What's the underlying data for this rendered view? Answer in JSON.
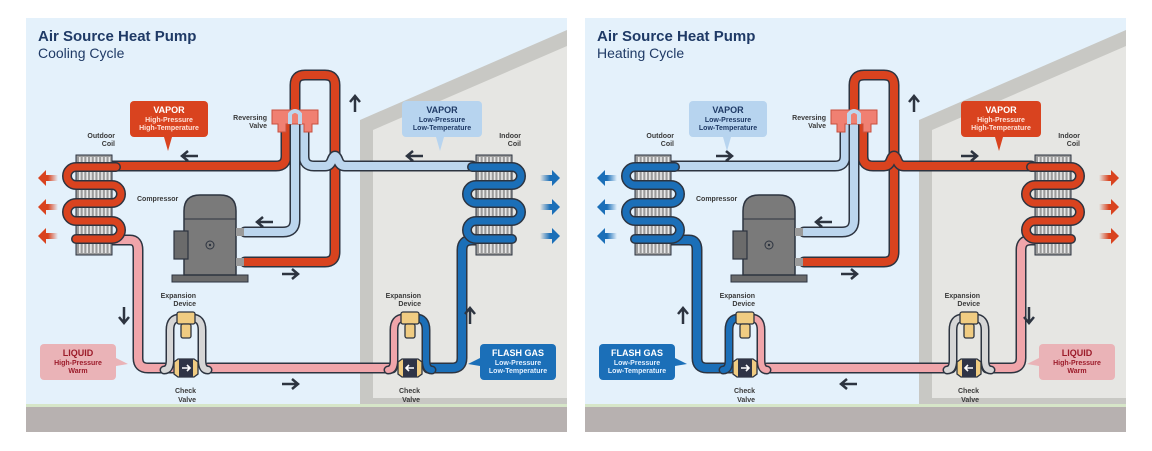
{
  "colors": {
    "sky": "#e4f1fb",
    "house_wall": "#e6e6e3",
    "house_frame": "#c8c8c4",
    "ground": "#b7b1b0",
    "grass": "#d6e6c8",
    "hot_vapor": "#d9431f",
    "cold_vapor": "#bcd6ee",
    "flash_gas": "#1b6fb8",
    "liquid": "#f0a5aa",
    "outline": "#2d3440",
    "title": "#1f3a66",
    "expansion": "#f0cc82",
    "compressor": "#7a7a7a"
  },
  "panels": [
    {
      "id": "cooling",
      "title": "Air Source Heat Pump",
      "subtitle": "Cooling Cycle",
      "labels": {
        "outdoor_coil": [
          "Outdoor",
          "Coil"
        ],
        "indoor_coil": [
          "Indoor",
          "Coil"
        ],
        "reversing_valve": [
          "Reversing",
          "Valve"
        ],
        "compressor": "Compressor",
        "expansion_left": [
          "Expansion",
          "Device"
        ],
        "expansion_right": [
          "Expansion",
          "Device"
        ],
        "check_left": [
          "Check",
          "Valve"
        ],
        "check_right": [
          "Check",
          "Valve"
        ]
      },
      "callouts": {
        "upper_left": {
          "title": "VAPOR",
          "lines": [
            "High-Pressure",
            "High-Temperature"
          ],
          "style": "hot"
        },
        "upper_right": {
          "title": "VAPOR",
          "lines": [
            "Low-Pressure",
            "Low-Temperature"
          ],
          "style": "cold"
        },
        "lower_left": {
          "title": "LIQUID",
          "lines": [
            "High-Pressure",
            "Warm"
          ],
          "style": "liquid"
        },
        "lower_right": {
          "title": "FLASH GAS",
          "lines": [
            "Low-Pressure",
            "Low-Temperature"
          ],
          "style": "flash"
        }
      },
      "outdoor_coil_fluid": "hot",
      "indoor_coil_fluid": "flash",
      "outdoor_air": "hot",
      "indoor_air": "flash",
      "check_left_dir": "right",
      "check_right_dir": "left"
    },
    {
      "id": "heating",
      "title": "Air Source Heat Pump",
      "subtitle": "Heating Cycle",
      "labels": {
        "outdoor_coil": [
          "Outdoor",
          "Coil"
        ],
        "indoor_coil": [
          "Indoor",
          "Coil"
        ],
        "reversing_valve": [
          "Reversing",
          "Valve"
        ],
        "compressor": "Compressor",
        "expansion_left": [
          "Expansion",
          "Device"
        ],
        "expansion_right": [
          "Expansion",
          "Device"
        ],
        "check_left": [
          "Check",
          "Valve"
        ],
        "check_right": [
          "Check",
          "Valve"
        ]
      },
      "callouts": {
        "upper_left": {
          "title": "VAPOR",
          "lines": [
            "Low-Pressure",
            "Low-Temperature"
          ],
          "style": "cold"
        },
        "upper_right": {
          "title": "VAPOR",
          "lines": [
            "High-Pressure",
            "High-Temperature"
          ],
          "style": "hot"
        },
        "lower_left": {
          "title": "FLASH GAS",
          "lines": [
            "Low-Pressure",
            "Low-Temperature"
          ],
          "style": "flash"
        },
        "lower_right": {
          "title": "LIQUID",
          "lines": [
            "High-Pressure",
            "Warm"
          ],
          "style": "liquid"
        }
      },
      "outdoor_coil_fluid": "flash",
      "indoor_coil_fluid": "hot",
      "outdoor_air": "flash",
      "indoor_air": "hot",
      "check_left_dir": "right",
      "check_right_dir": "left"
    }
  ]
}
